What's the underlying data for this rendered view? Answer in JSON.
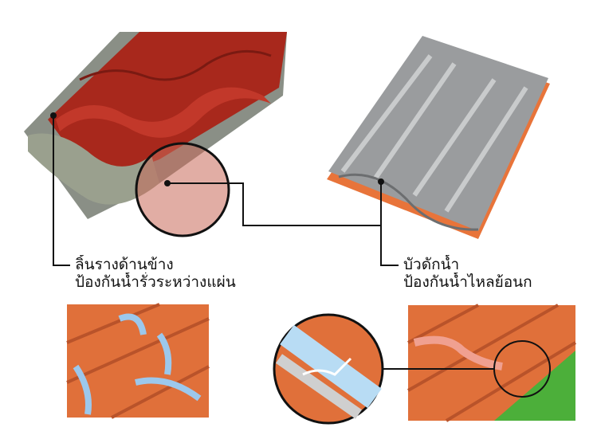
{
  "left_callout": {
    "line1": "ลิ้นรางด้านข้าง",
    "line2": "ป้องกันน้ำรั่วระหว่างแผ่น"
  },
  "right_callout": {
    "line1": "บัวดักน้ำ",
    "line2": "ป้องกันน้ำไหลย้อนก"
  },
  "colors": {
    "red_tile": "#a8281c",
    "grey_tile": "#9a9c9e",
    "orange": "#e8743a",
    "green": "#4caf3a",
    "water": "#7fb7e0"
  }
}
